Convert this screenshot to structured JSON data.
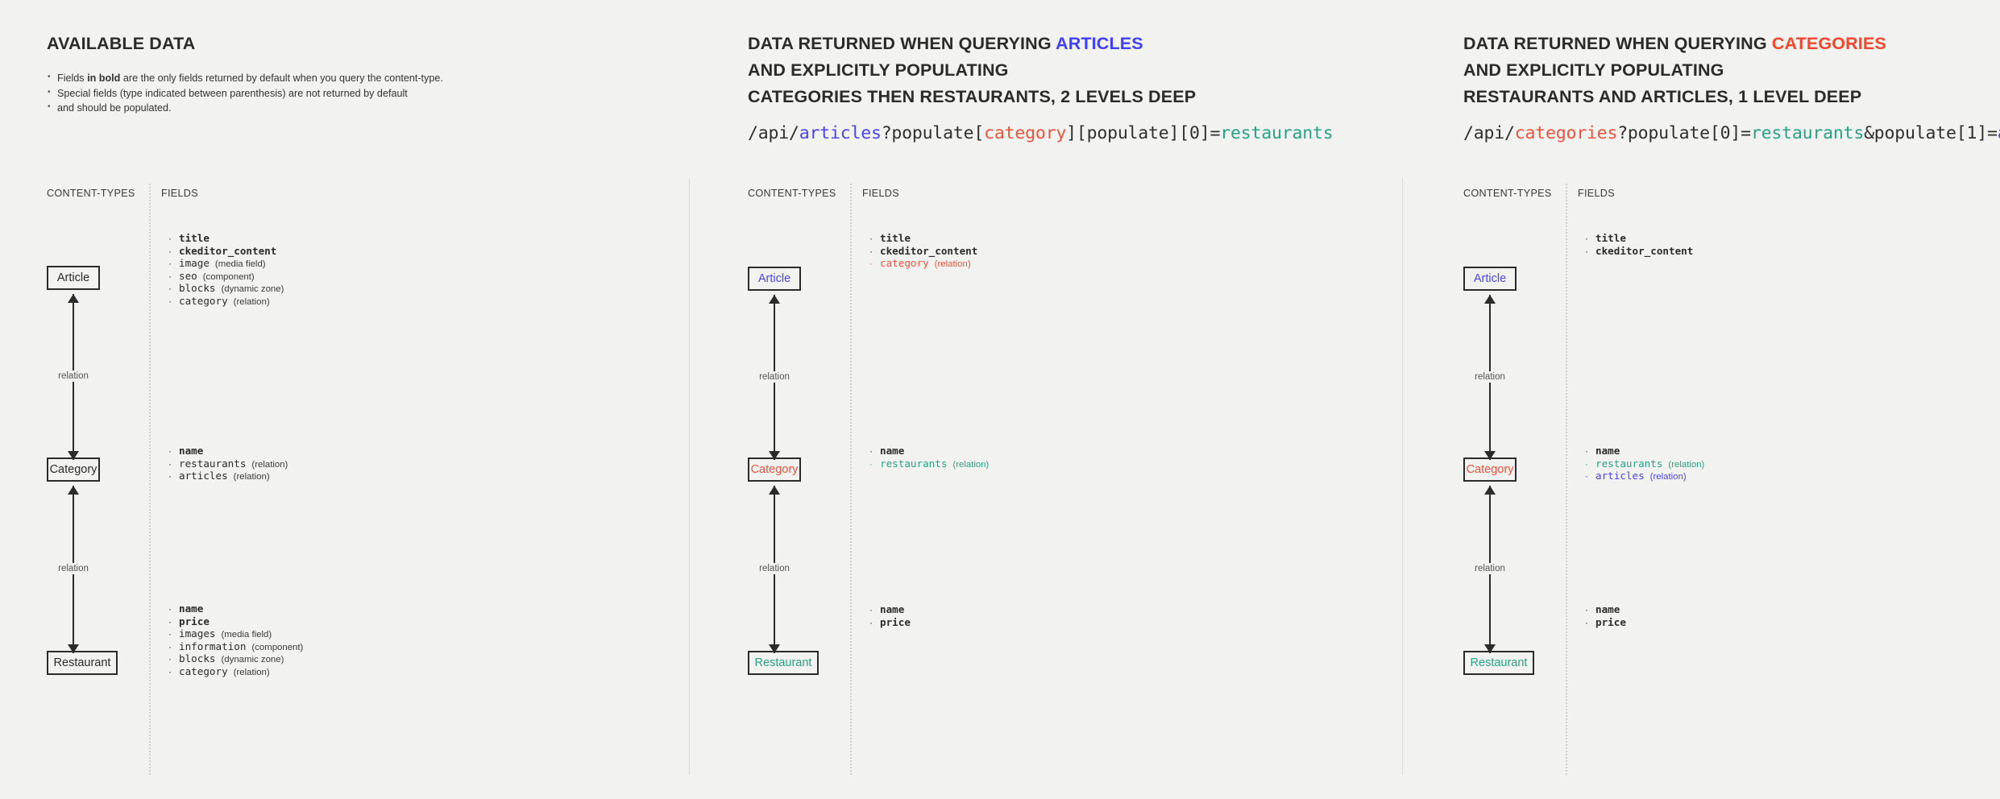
{
  "colors": {
    "background": "#f2f2f1",
    "ink": "#2b2b2b",
    "blue": "#4b44f3",
    "red": "#f0523a",
    "green": "#27a383",
    "muted": "#555555"
  },
  "panel1": {
    "title": "AVAILABLE DATA",
    "notes": [
      {
        "pre": "Fields ",
        "bold": "in bold",
        "post": " are the only fields returned by default when you query the content-type."
      },
      {
        "pre": "Special fields (type indicated between parenthesis) are not returned by default",
        "bold": "",
        "post": ""
      },
      {
        "pre": "and should be populated.",
        "bold": "",
        "post": ""
      }
    ],
    "col_contenttypes": "CONTENT-TYPES",
    "col_fields": "FIELDS",
    "relation_label": "relation",
    "nodes": [
      {
        "name": "Article",
        "color": "default"
      },
      {
        "name": "Category",
        "color": "default"
      },
      {
        "name": "Restaurant",
        "color": "default"
      }
    ],
    "field_groups": [
      {
        "entity": "Article",
        "fields": [
          {
            "name": "title",
            "type": "",
            "bold": true,
            "color": "default"
          },
          {
            "name": "ckeditor_content",
            "type": "",
            "bold": true,
            "color": "default"
          },
          {
            "name": "image",
            "type": "(media field)",
            "bold": false,
            "color": "default"
          },
          {
            "name": "seo",
            "type": "(component)",
            "bold": false,
            "color": "default"
          },
          {
            "name": "blocks",
            "type": "(dynamic zone)",
            "bold": false,
            "color": "default"
          },
          {
            "name": "category",
            "type": "(relation)",
            "bold": false,
            "color": "default"
          }
        ]
      },
      {
        "entity": "Category",
        "fields": [
          {
            "name": "name",
            "type": "",
            "bold": true,
            "color": "default"
          },
          {
            "name": "restaurants",
            "type": "(relation)",
            "bold": false,
            "color": "default"
          },
          {
            "name": "articles",
            "type": "(relation)",
            "bold": false,
            "color": "default"
          }
        ]
      },
      {
        "entity": "Restaurant",
        "fields": [
          {
            "name": "name",
            "type": "",
            "bold": true,
            "color": "default"
          },
          {
            "name": "price",
            "type": "",
            "bold": true,
            "color": "default"
          },
          {
            "name": "images",
            "type": "(media field)",
            "bold": false,
            "color": "default"
          },
          {
            "name": "information",
            "type": "(component)",
            "bold": false,
            "color": "default"
          },
          {
            "name": "blocks",
            "type": "(dynamic zone)",
            "bold": false,
            "color": "default"
          },
          {
            "name": "category",
            "type": "(relation)",
            "bold": false,
            "color": "default"
          }
        ]
      }
    ]
  },
  "panel2": {
    "title_line1_pre": "DATA RETURNED WHEN QUERYING ",
    "title_line1_hl": "ARTICLES",
    "title_line2": "AND EXPLICITLY POPULATING",
    "title_line3": "CATEGORIES THEN RESTAURANTS, 2 LEVELS DEEP",
    "url_parts": [
      {
        "text": "/api/",
        "color": "default"
      },
      {
        "text": "articles",
        "color": "blue"
      },
      {
        "text": "?populate[",
        "color": "default"
      },
      {
        "text": "category",
        "color": "red"
      },
      {
        "text": "][populate][0]=",
        "color": "default"
      },
      {
        "text": "restaurants",
        "color": "green"
      }
    ],
    "col_contenttypes": "CONTENT-TYPES",
    "col_fields": "FIELDS",
    "relation_label": "relation",
    "nodes": [
      {
        "name": "Article",
        "color": "blue"
      },
      {
        "name": "Category",
        "color": "red"
      },
      {
        "name": "Restaurant",
        "color": "green"
      }
    ],
    "field_groups": [
      {
        "entity": "Article",
        "fields": [
          {
            "name": "title",
            "type": "",
            "bold": true,
            "color": "default"
          },
          {
            "name": "ckeditor_content",
            "type": "",
            "bold": true,
            "color": "default"
          },
          {
            "name": "category",
            "type": "(relation)",
            "bold": false,
            "color": "red"
          }
        ]
      },
      {
        "entity": "Category",
        "fields": [
          {
            "name": "name",
            "type": "",
            "bold": true,
            "color": "default"
          },
          {
            "name": "restaurants",
            "type": "(relation)",
            "bold": false,
            "color": "green"
          }
        ]
      },
      {
        "entity": "Restaurant",
        "fields": [
          {
            "name": "name",
            "type": "",
            "bold": true,
            "color": "default"
          },
          {
            "name": "price",
            "type": "",
            "bold": true,
            "color": "default"
          }
        ]
      }
    ]
  },
  "panel3": {
    "title_line1_pre": "DATA RETURNED WHEN QUERYING ",
    "title_line1_hl": "CATEGORIES",
    "title_line2": "AND EXPLICITLY POPULATING",
    "title_line3": "RESTAURANTS AND ARTICLES, 1 LEVEL DEEP",
    "url_parts": [
      {
        "text": "/api/",
        "color": "default"
      },
      {
        "text": "categories",
        "color": "red"
      },
      {
        "text": "?populate[0]=",
        "color": "default"
      },
      {
        "text": "restaurants",
        "color": "green"
      },
      {
        "text": "&populate[1]=",
        "color": "default"
      },
      {
        "text": "articles",
        "color": "blue"
      }
    ],
    "col_contenttypes": "CONTENT-TYPES",
    "col_fields": "FIELDS",
    "relation_label": "relation",
    "nodes": [
      {
        "name": "Article",
        "color": "blue"
      },
      {
        "name": "Category",
        "color": "red"
      },
      {
        "name": "Restaurant",
        "color": "green"
      }
    ],
    "field_groups": [
      {
        "entity": "Article",
        "fields": [
          {
            "name": "title",
            "type": "",
            "bold": true,
            "color": "default"
          },
          {
            "name": "ckeditor_content",
            "type": "",
            "bold": true,
            "color": "default"
          }
        ]
      },
      {
        "entity": "Category",
        "fields": [
          {
            "name": "name",
            "type": "",
            "bold": true,
            "color": "default"
          },
          {
            "name": "restaurants",
            "type": "(relation)",
            "bold": false,
            "color": "green"
          },
          {
            "name": "articles",
            "type": "(relation)",
            "bold": false,
            "color": "blue"
          }
        ]
      },
      {
        "entity": "Restaurant",
        "fields": [
          {
            "name": "name",
            "type": "",
            "bold": true,
            "color": "default"
          },
          {
            "name": "price",
            "type": "",
            "bold": true,
            "color": "default"
          }
        ]
      }
    ]
  }
}
